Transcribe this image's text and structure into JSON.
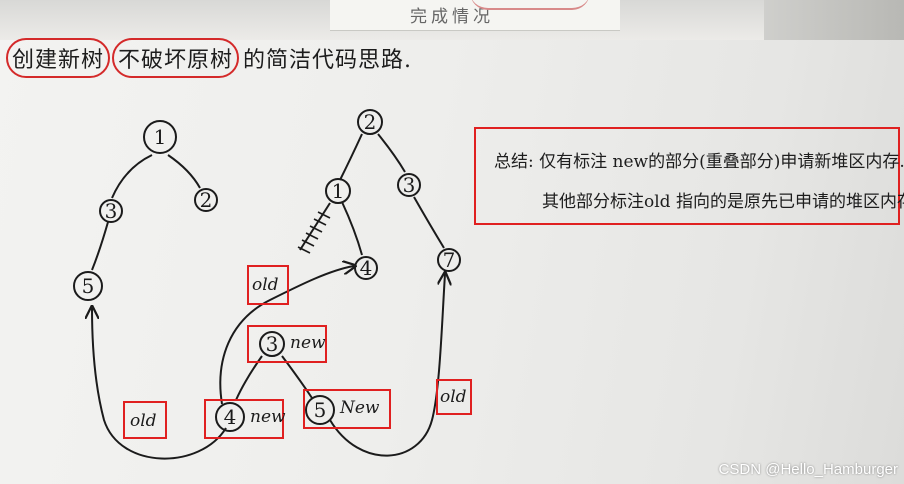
{
  "top_paper_text": "完成情况",
  "title": {
    "part1": "创建新树",
    "part2": "不破坏原树",
    "part3": "的简洁代码思路."
  },
  "summary": {
    "line1": "总结: 仅有标注 new的部分(重叠部分)申请新堆区内存.",
    "line2": "其他部分标注old 指向的是原先已申请的堆区内存."
  },
  "left_tree": {
    "n1": "1",
    "n3": "3",
    "n2": "2",
    "n5": "5"
  },
  "right_tree": {
    "n2": "2",
    "n1": "1",
    "n3": "3",
    "n4": "4",
    "n7": "7"
  },
  "new_tree": {
    "n3": "3",
    "n4": "4",
    "n5": "5",
    "tag_new_3": "new",
    "tag_new_4": "new",
    "tag_new_5": "New",
    "tag_old_left": "old",
    "tag_old_right": "old",
    "tag_old_top": "old"
  },
  "watermark": "CSDN @Hello_Hamburger",
  "colors": {
    "ink": "#1b1b1b",
    "red_marker": "#e02020"
  }
}
